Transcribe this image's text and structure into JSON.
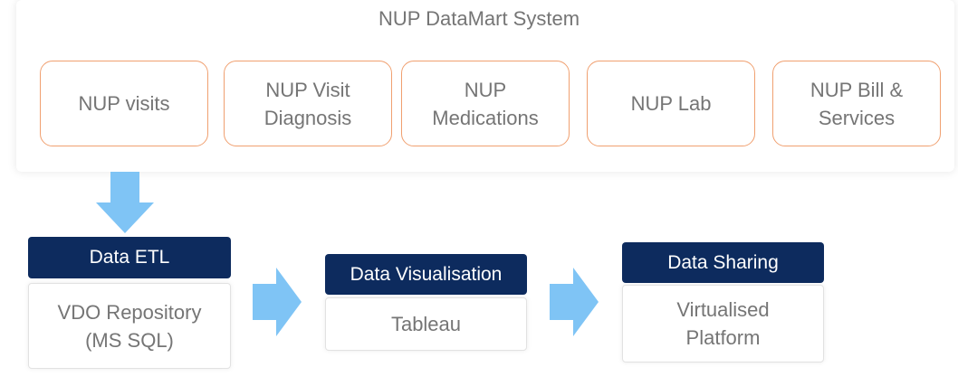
{
  "title": "NUP DataMart System",
  "sources": [
    {
      "label": "NUP visits"
    },
    {
      "label": "NUP Visit\nDiagnosis"
    },
    {
      "label": "NUP\nMedications"
    },
    {
      "label": "NUP Lab"
    },
    {
      "label": "NUP Bill &\nServices"
    }
  ],
  "stages": [
    {
      "header": "Data ETL",
      "body": "VDO Repository\n(MS SQL)"
    },
    {
      "header": "Data Visualisation",
      "body": "Tableau"
    },
    {
      "header": "Data Sharing",
      "body": "Virtualised\nPlatform"
    }
  ],
  "colors": {
    "source_border": "#f0a070",
    "header_fill": "#0d2b5e",
    "arrow_fill": "#7fc4f5",
    "text_gray": "#757575"
  }
}
